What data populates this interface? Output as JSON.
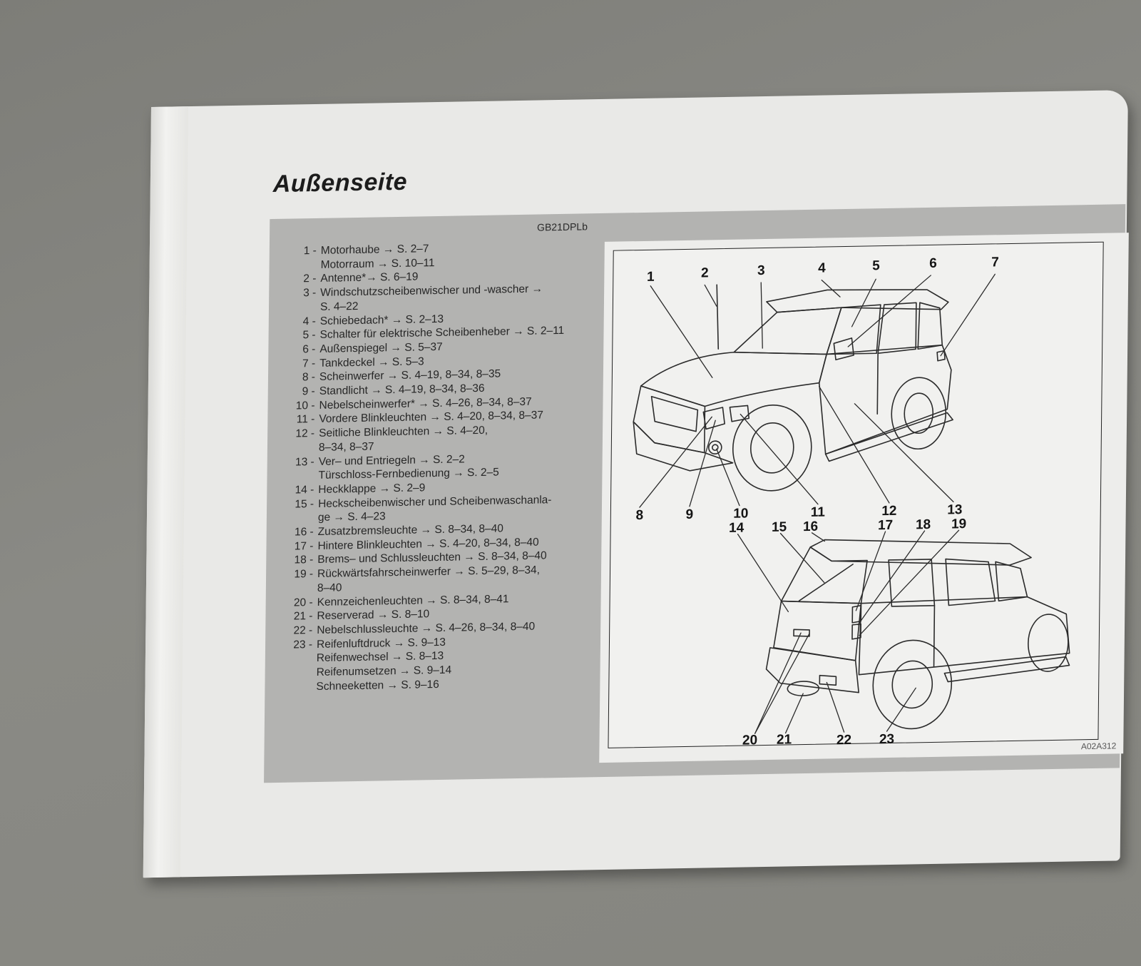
{
  "page": {
    "title": "Außenseite",
    "code_top": "GB21DPLb",
    "code_bottom": "A02A312"
  },
  "legend": [
    {
      "num": "1 -",
      "lines": [
        "Motorhaube → S. 2–7",
        "Motorraum → S. 10–11"
      ]
    },
    {
      "num": "2 -",
      "lines": [
        "Antenne*→ S. 6–19"
      ]
    },
    {
      "num": "3 -",
      "lines": [
        "Windschutzscheibenwischer und -wascher →",
        "S. 4–22"
      ]
    },
    {
      "num": "4 -",
      "lines": [
        "Schiebedach* → S. 2–13"
      ]
    },
    {
      "num": "5 -",
      "lines": [
        "Schalter für elektrische Scheibenheber → S. 2–11"
      ]
    },
    {
      "num": "6 -",
      "lines": [
        "Außenspiegel → S. 5–37"
      ]
    },
    {
      "num": "7 -",
      "lines": [
        "Tankdeckel → S. 5–3"
      ]
    },
    {
      "num": "8 -",
      "lines": [
        "Scheinwerfer → S. 4–19, 8–34, 8–35"
      ]
    },
    {
      "num": "9 -",
      "lines": [
        "Standlicht → S. 4–19, 8–34, 8–36"
      ]
    },
    {
      "num": "10 -",
      "lines": [
        "Nebelscheinwerfer* → S. 4–26, 8–34, 8–37"
      ]
    },
    {
      "num": "11 -",
      "lines": [
        "Vordere Blinkleuchten → S. 4–20, 8–34, 8–37"
      ]
    },
    {
      "num": "12 -",
      "lines": [
        "Seitliche Blinkleuchten → S. 4–20,",
        "8–34, 8–37"
      ]
    },
    {
      "num": "13 -",
      "lines": [
        "Ver– und Entriegeln → S. 2–2",
        "Türschloss-Fernbedienung → S. 2–5"
      ]
    },
    {
      "num": "14 -",
      "lines": [
        "Heckklappe → S. 2–9"
      ]
    },
    {
      "num": "15 -",
      "lines": [
        "Heckscheibenwischer und Scheibenwaschanla-",
        "ge → S. 4–23"
      ]
    },
    {
      "num": "16 -",
      "lines": [
        "Zusatzbremsleuchte → S. 8–34, 8–40"
      ]
    },
    {
      "num": "17 -",
      "lines": [
        "Hintere Blinkleuchten → S. 4–20, 8–34, 8–40"
      ]
    },
    {
      "num": "18 -",
      "lines": [
        "Brems– und Schlussleuchten → S. 8–34, 8–40"
      ]
    },
    {
      "num": "19 -",
      "lines": [
        "Rückwärtsfahrscheinwerfer → S. 5–29, 8–34,",
        "8–40"
      ]
    },
    {
      "num": "20 -",
      "lines": [
        "Kennzeichenleuchten → S. 8–34, 8–41"
      ]
    },
    {
      "num": "21 -",
      "lines": [
        "Reserverad → S. 8–10"
      ]
    },
    {
      "num": "22 -",
      "lines": [
        "Nebelschlussleuchte → S. 4–26, 8–34, 8–40"
      ]
    },
    {
      "num": "23 -",
      "lines": [
        "Reifenluftdruck → S. 9–13",
        "Reifenwechsel → S. 8–13",
        "Reifenumsetzen → S. 9–14",
        "Schneeketten → S. 9–16"
      ]
    }
  ],
  "callouts": [
    "1",
    "2",
    "3",
    "4",
    "5",
    "6",
    "7",
    "8",
    "9",
    "10",
    "11",
    "12",
    "13",
    "14",
    "15",
    "16",
    "17",
    "18",
    "19",
    "20",
    "21",
    "22",
    "23"
  ]
}
